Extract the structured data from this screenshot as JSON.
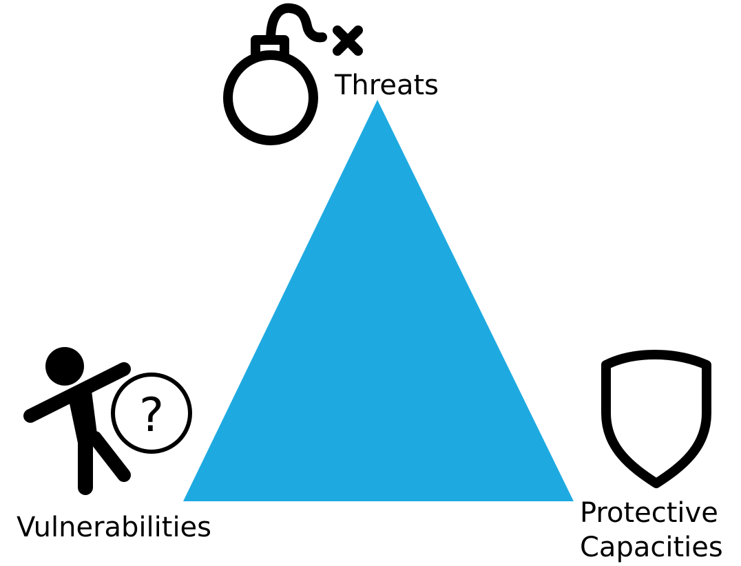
{
  "diagram": {
    "nodes": {
      "top": {
        "label": "Threats",
        "icon": "bomb-icon"
      },
      "left": {
        "label": "Vulnerabilities",
        "icon": "person-pushing-question-icon"
      },
      "right": {
        "label_lines": [
          "Protective",
          "Capacities"
        ],
        "icon": "shield-icon"
      }
    }
  },
  "colors": {
    "triangle": "#1EAAE1",
    "icons": "#000000",
    "background": "#ffffff"
  }
}
